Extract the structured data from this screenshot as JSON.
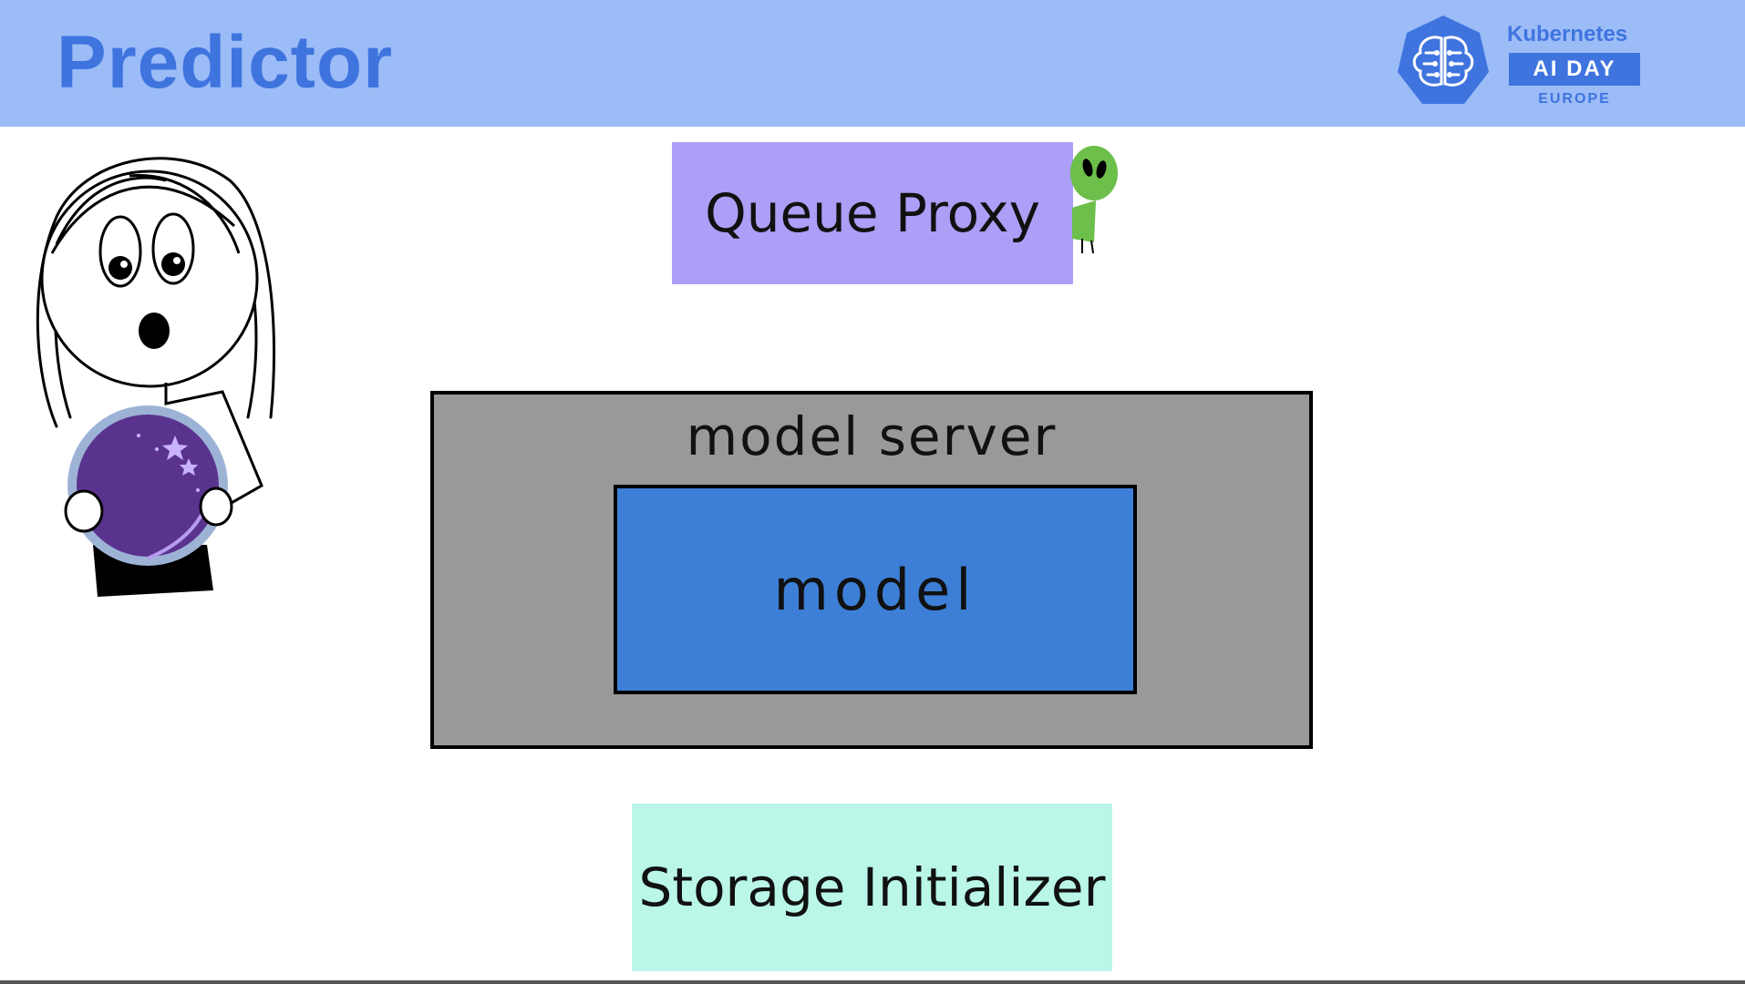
{
  "header": {
    "title": "Predictor"
  },
  "logo": {
    "line1": "Kubernetes",
    "line2": "AI DAY",
    "line3": "EUROPE"
  },
  "diagram": {
    "queue_proxy": "Queue Proxy",
    "model_server": "model server",
    "model": "model",
    "storage_initializer": "Storage Initializer"
  },
  "colors": {
    "header_bg": "#9bbcf7",
    "title": "#3f74df",
    "queue_proxy": "#ab9ff7",
    "model_server": "#999999",
    "model": "#3d7fd6",
    "storage_initializer": "#baf7e8",
    "crystal_ball": "#5a338f",
    "alien": "#6cbf4a"
  },
  "icons": [
    "kubeflow-brain-logo-icon",
    "girl-with-crystal-ball-illustration",
    "alien-illustration"
  ]
}
